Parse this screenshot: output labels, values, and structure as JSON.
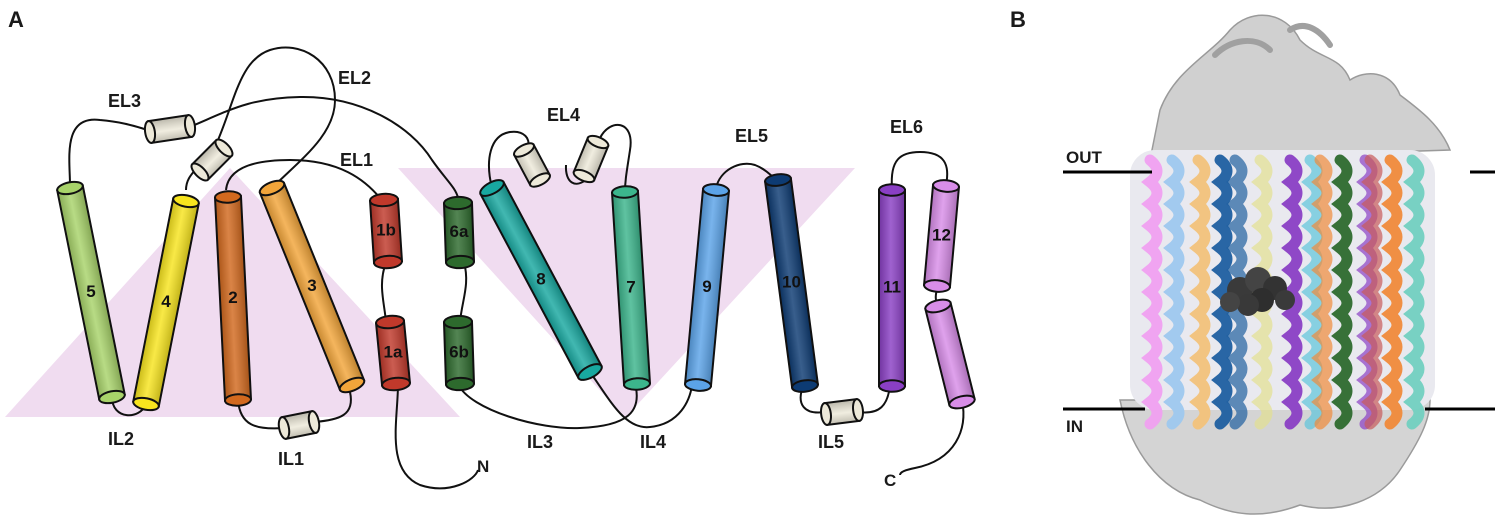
{
  "panels": {
    "a": "A",
    "b": "B"
  },
  "loops": {
    "el1": "EL1",
    "el2": "EL2",
    "el3": "EL3",
    "el4": "EL4",
    "el5": "EL5",
    "el6": "EL6",
    "il1": "IL1",
    "il2": "IL2",
    "il3": "IL3",
    "il4": "IL4",
    "il5": "IL5"
  },
  "termini": {
    "n": "N",
    "c": "C"
  },
  "membrane": {
    "out": "OUT",
    "in": "IN"
  },
  "helices": [
    {
      "id": "h5",
      "label": "5",
      "color": "#a8d36a"
    },
    {
      "id": "h4",
      "label": "4",
      "color": "#f7e41e"
    },
    {
      "id": "h2",
      "label": "2",
      "color": "#d2691e"
    },
    {
      "id": "h3",
      "label": "3",
      "color": "#f2a53a"
    },
    {
      "id": "h1b",
      "label": "1b",
      "color": "#c0392b"
    },
    {
      "id": "h1a",
      "label": "1a",
      "color": "#c0392b"
    },
    {
      "id": "h6a",
      "label": "6a",
      "color": "#2d6a2d"
    },
    {
      "id": "h6b",
      "label": "6b",
      "color": "#2d6a2d"
    },
    {
      "id": "h8",
      "label": "8",
      "color": "#18a8a0"
    },
    {
      "id": "h7",
      "label": "7",
      "color": "#3cb58c"
    },
    {
      "id": "h9",
      "label": "9",
      "color": "#5ba3e8"
    },
    {
      "id": "h10",
      "label": "10",
      "color": "#0d3b73"
    },
    {
      "id": "h11",
      "label": "11",
      "color": "#8a3fc4"
    },
    {
      "id": "h12",
      "label": "12",
      "color": "#d88de8"
    },
    {
      "id": "h12b",
      "label": "",
      "color": "#d88de8"
    }
  ],
  "colors": {
    "triangle": "#f0dcf0",
    "loop_helix": "#ede9d9",
    "structure_gray": "#c8c8c8",
    "ligand": "#3a3a3a"
  }
}
